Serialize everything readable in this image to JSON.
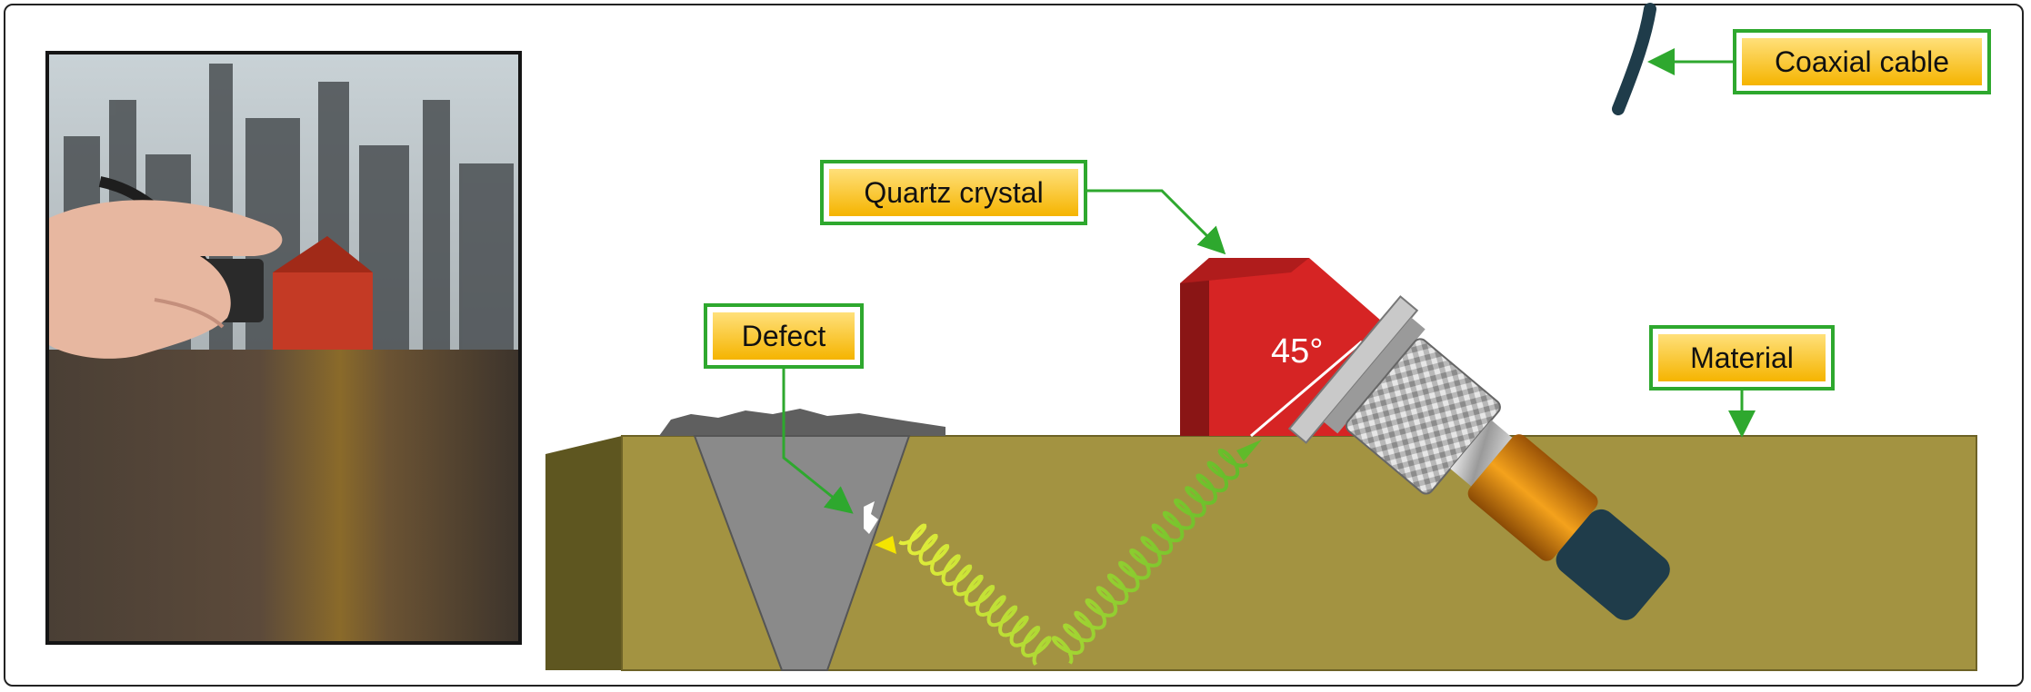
{
  "labels": {
    "coaxial_cable": "Coaxial cable",
    "quartz_crystal": "Quartz crystal",
    "defect": "Defect",
    "material": "Material"
  },
  "angle_text": "45°",
  "colors": {
    "label_border": "#2ea82e",
    "label_fill_top": "#ffe07a",
    "label_fill_bottom": "#f5b400",
    "material": "#a39341",
    "material_side": "#5e5620",
    "wedge": "#d62424",
    "wedge_side": "#8a1515",
    "weld": "#8a8a8a",
    "cable": "#1f3c4a",
    "connector_orange": "#e08a12",
    "wave": "#9ccf2a"
  }
}
